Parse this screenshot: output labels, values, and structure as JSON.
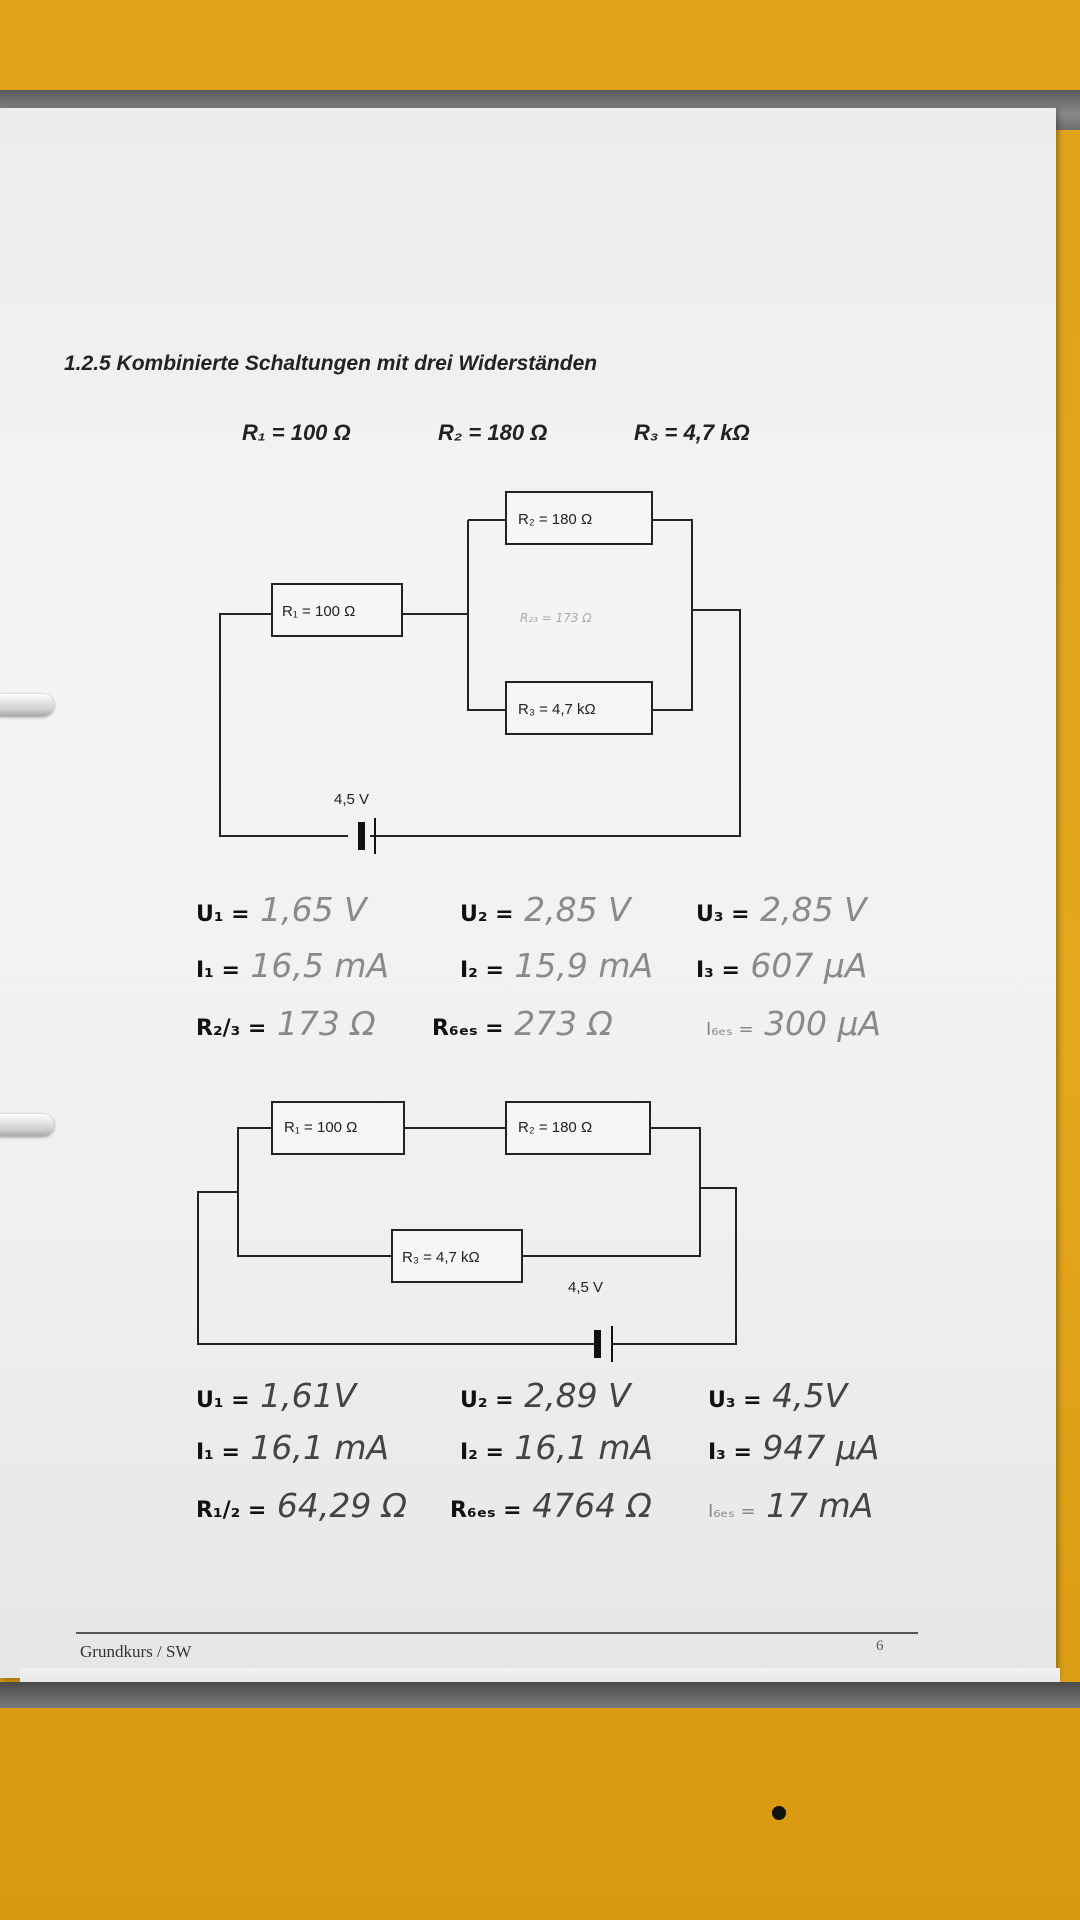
{
  "heading": "1.2.5  Kombinierte Schaltungen mit drei Widerständen",
  "resistors": {
    "r1": "R₁ = 100 Ω",
    "r2": "R₂ = 180 Ω",
    "r3": "R₃ = 4,7 kΩ"
  },
  "circuit1": {
    "r2_box": "R₂ = 180 Ω",
    "r1_box": "R₁ = 100 Ω",
    "r3_box": "R₃ = 4,7 kΩ",
    "note": "R₂₃ = 173 Ω",
    "voltage": "4,5 V",
    "answers": {
      "u1_label": "U₁ =",
      "u1": "1,65 V",
      "u2_label": "U₂ =",
      "u2": "2,85 V",
      "u3_label": "U₃ =",
      "u3": "2,85 V",
      "i1_label": "I₁ =",
      "i1": "16,5 mA",
      "i2_label": "I₂ =",
      "i2": "15,9 mA",
      "i3_label": "I₃ =",
      "i3": "607 µA",
      "r23_label": "R₂/₃ =",
      "r23": "173 Ω",
      "rges_label": "R₆ₑₛ =",
      "rges": "273 Ω",
      "iges_label": "I₆ₑₛ =",
      "iges": "300 µA"
    }
  },
  "circuit2": {
    "r1_box": "R₁ = 100 Ω",
    "r2_box": "R₂ = 180 Ω",
    "r3_box": "R₃ = 4,7 kΩ",
    "voltage": "4,5 V",
    "answers": {
      "u1_label": "U₁ =",
      "u1": "1,61V",
      "u2_label": "U₂ =",
      "u2": "2,89 V",
      "u3_label": "U₃ =",
      "u3": "4,5V",
      "i1_label": "I₁ =",
      "i1": "16,1 mA",
      "i2_label": "I₂ =",
      "i2": "16,1 mA",
      "i3_label": "I₃ =",
      "i3": "947 µA",
      "r12_label": "R₁/₂ =",
      "r12": "64,29 Ω",
      "rges_label": "R₆ₑₛ =",
      "rges": "4764 Ω",
      "iges_label": "I₆ₑₛ =",
      "iges": "17 mA"
    }
  },
  "footer": {
    "left": "Grundkurs / SW",
    "page": "6"
  }
}
